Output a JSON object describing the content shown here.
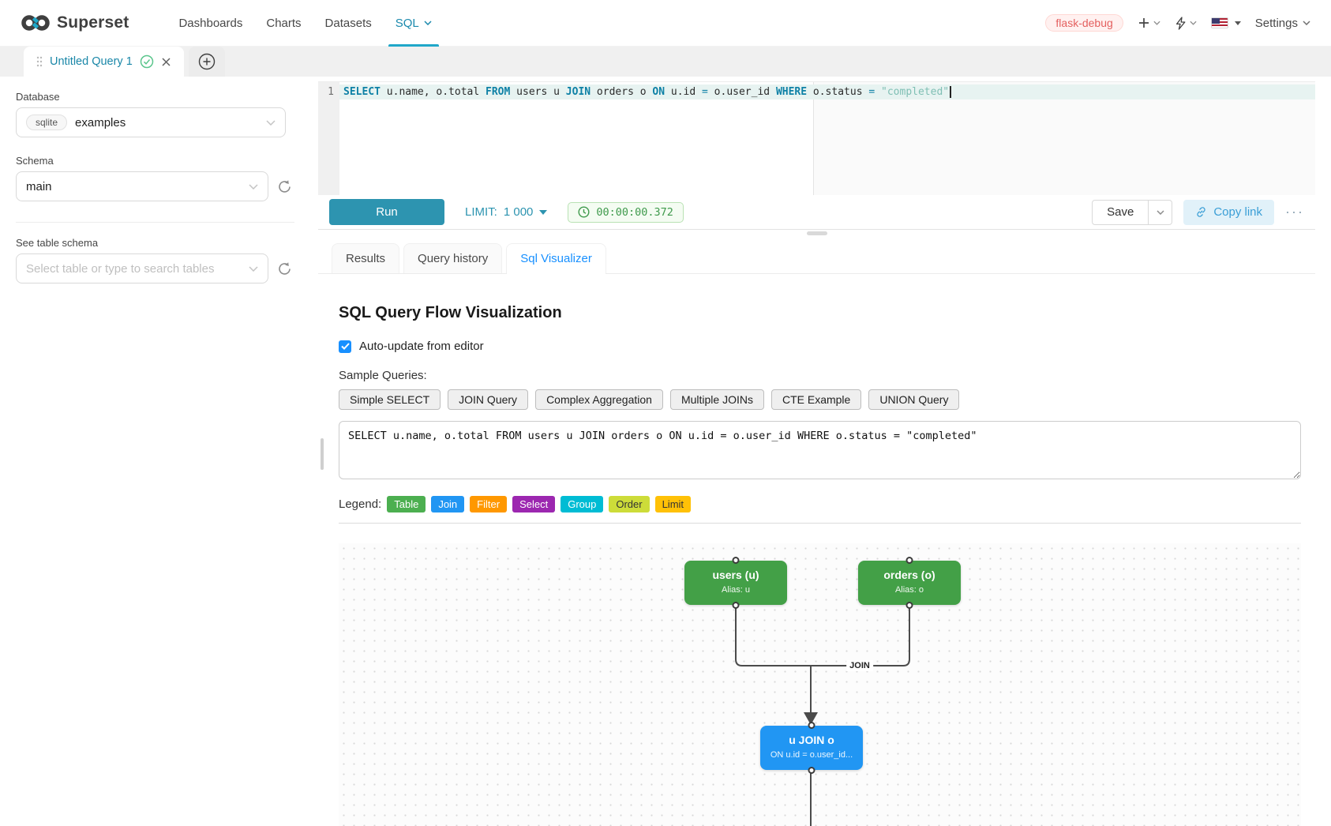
{
  "theme": {
    "accent": "#20a7c9",
    "run_button": "#2d94b0",
    "active_tab_blue": "#1890ff",
    "timer_green": "#3f9a4c",
    "node_table_green": "#43a047",
    "node_join_blue": "#2196f3"
  },
  "navbar": {
    "brand": "Superset",
    "items": [
      {
        "label": "Dashboards"
      },
      {
        "label": "Charts"
      },
      {
        "label": "Datasets"
      },
      {
        "label": "SQL"
      }
    ],
    "active_item": "SQL",
    "environment_tag": "flask-debug",
    "settings_label": "Settings"
  },
  "editor_tabs": {
    "title": "Untitled Query 1"
  },
  "sidebar": {
    "database_label": "Database",
    "database_engine": "sqlite",
    "database_name": "examples",
    "schema_label": "Schema",
    "schema_value": "main",
    "table_schema_label": "See table schema",
    "table_select_placeholder": "Select table or type to search tables"
  },
  "editor": {
    "line_number": "1",
    "tokens": [
      {
        "text": "SELECT",
        "type": "kw"
      },
      {
        "text": " u.name, o.total ",
        "type": "plain"
      },
      {
        "text": "FROM",
        "type": "kw"
      },
      {
        "text": " users u ",
        "type": "plain"
      },
      {
        "text": "JOIN",
        "type": "kw"
      },
      {
        "text": " orders o ",
        "type": "plain"
      },
      {
        "text": "ON",
        "type": "kw"
      },
      {
        "text": " u.id ",
        "type": "plain"
      },
      {
        "text": "=",
        "type": "op"
      },
      {
        "text": " o.user_id ",
        "type": "plain"
      },
      {
        "text": "WHERE",
        "type": "kw"
      },
      {
        "text": " o.status ",
        "type": "plain"
      },
      {
        "text": "=",
        "type": "op"
      },
      {
        "text": " ",
        "type": "plain"
      },
      {
        "text": "\"completed\"",
        "type": "str"
      }
    ]
  },
  "toolbar": {
    "run": "Run",
    "limit_label": "LIMIT:",
    "limit_value": "1 000",
    "timer": "00:00:00.372",
    "save": "Save",
    "copy_link": "Copy link",
    "more": "···"
  },
  "result_tabs": {
    "tabs": [
      {
        "label": "Results"
      },
      {
        "label": "Query history"
      },
      {
        "label": "Sql Visualizer"
      }
    ],
    "active": "Sql Visualizer"
  },
  "visualizer": {
    "title": "SQL Query Flow Visualization",
    "auto_update_label": "Auto-update from editor",
    "auto_update_checked": true,
    "sample_queries_label": "Sample Queries:",
    "sample_buttons": [
      "Simple SELECT",
      "JOIN Query",
      "Complex Aggregation",
      "Multiple JOINs",
      "CTE Example",
      "UNION Query"
    ],
    "query_text": "SELECT u.name, o.total FROM users u JOIN orders o ON u.id = o.user_id WHERE o.status = \"completed\"",
    "legend_label": "Legend:",
    "legend": [
      {
        "label": "Table",
        "bg": "#4caf50",
        "fg": "#ffffff"
      },
      {
        "label": "Join",
        "bg": "#2196f3",
        "fg": "#ffffff"
      },
      {
        "label": "Filter",
        "bg": "#ff9800",
        "fg": "#ffffff"
      },
      {
        "label": "Select",
        "bg": "#9c27b0",
        "fg": "#ffffff"
      },
      {
        "label": "Group",
        "bg": "#00bcd4",
        "fg": "#ffffff"
      },
      {
        "label": "Order",
        "bg": "#cddc39",
        "fg": "#333333"
      },
      {
        "label": "Limit",
        "bg": "#ffc107",
        "fg": "#333333"
      }
    ],
    "flow": {
      "nodes": [
        {
          "title": "users (u)",
          "subtitle": "Alias: u",
          "bg": "#43a047"
        },
        {
          "title": "orders (o)",
          "subtitle": "Alias: o",
          "bg": "#43a047"
        },
        {
          "title": "u JOIN o",
          "subtitle": "ON u.id = o.user_id...",
          "bg": "#2196f3"
        }
      ],
      "edge_label": "JOIN"
    }
  }
}
